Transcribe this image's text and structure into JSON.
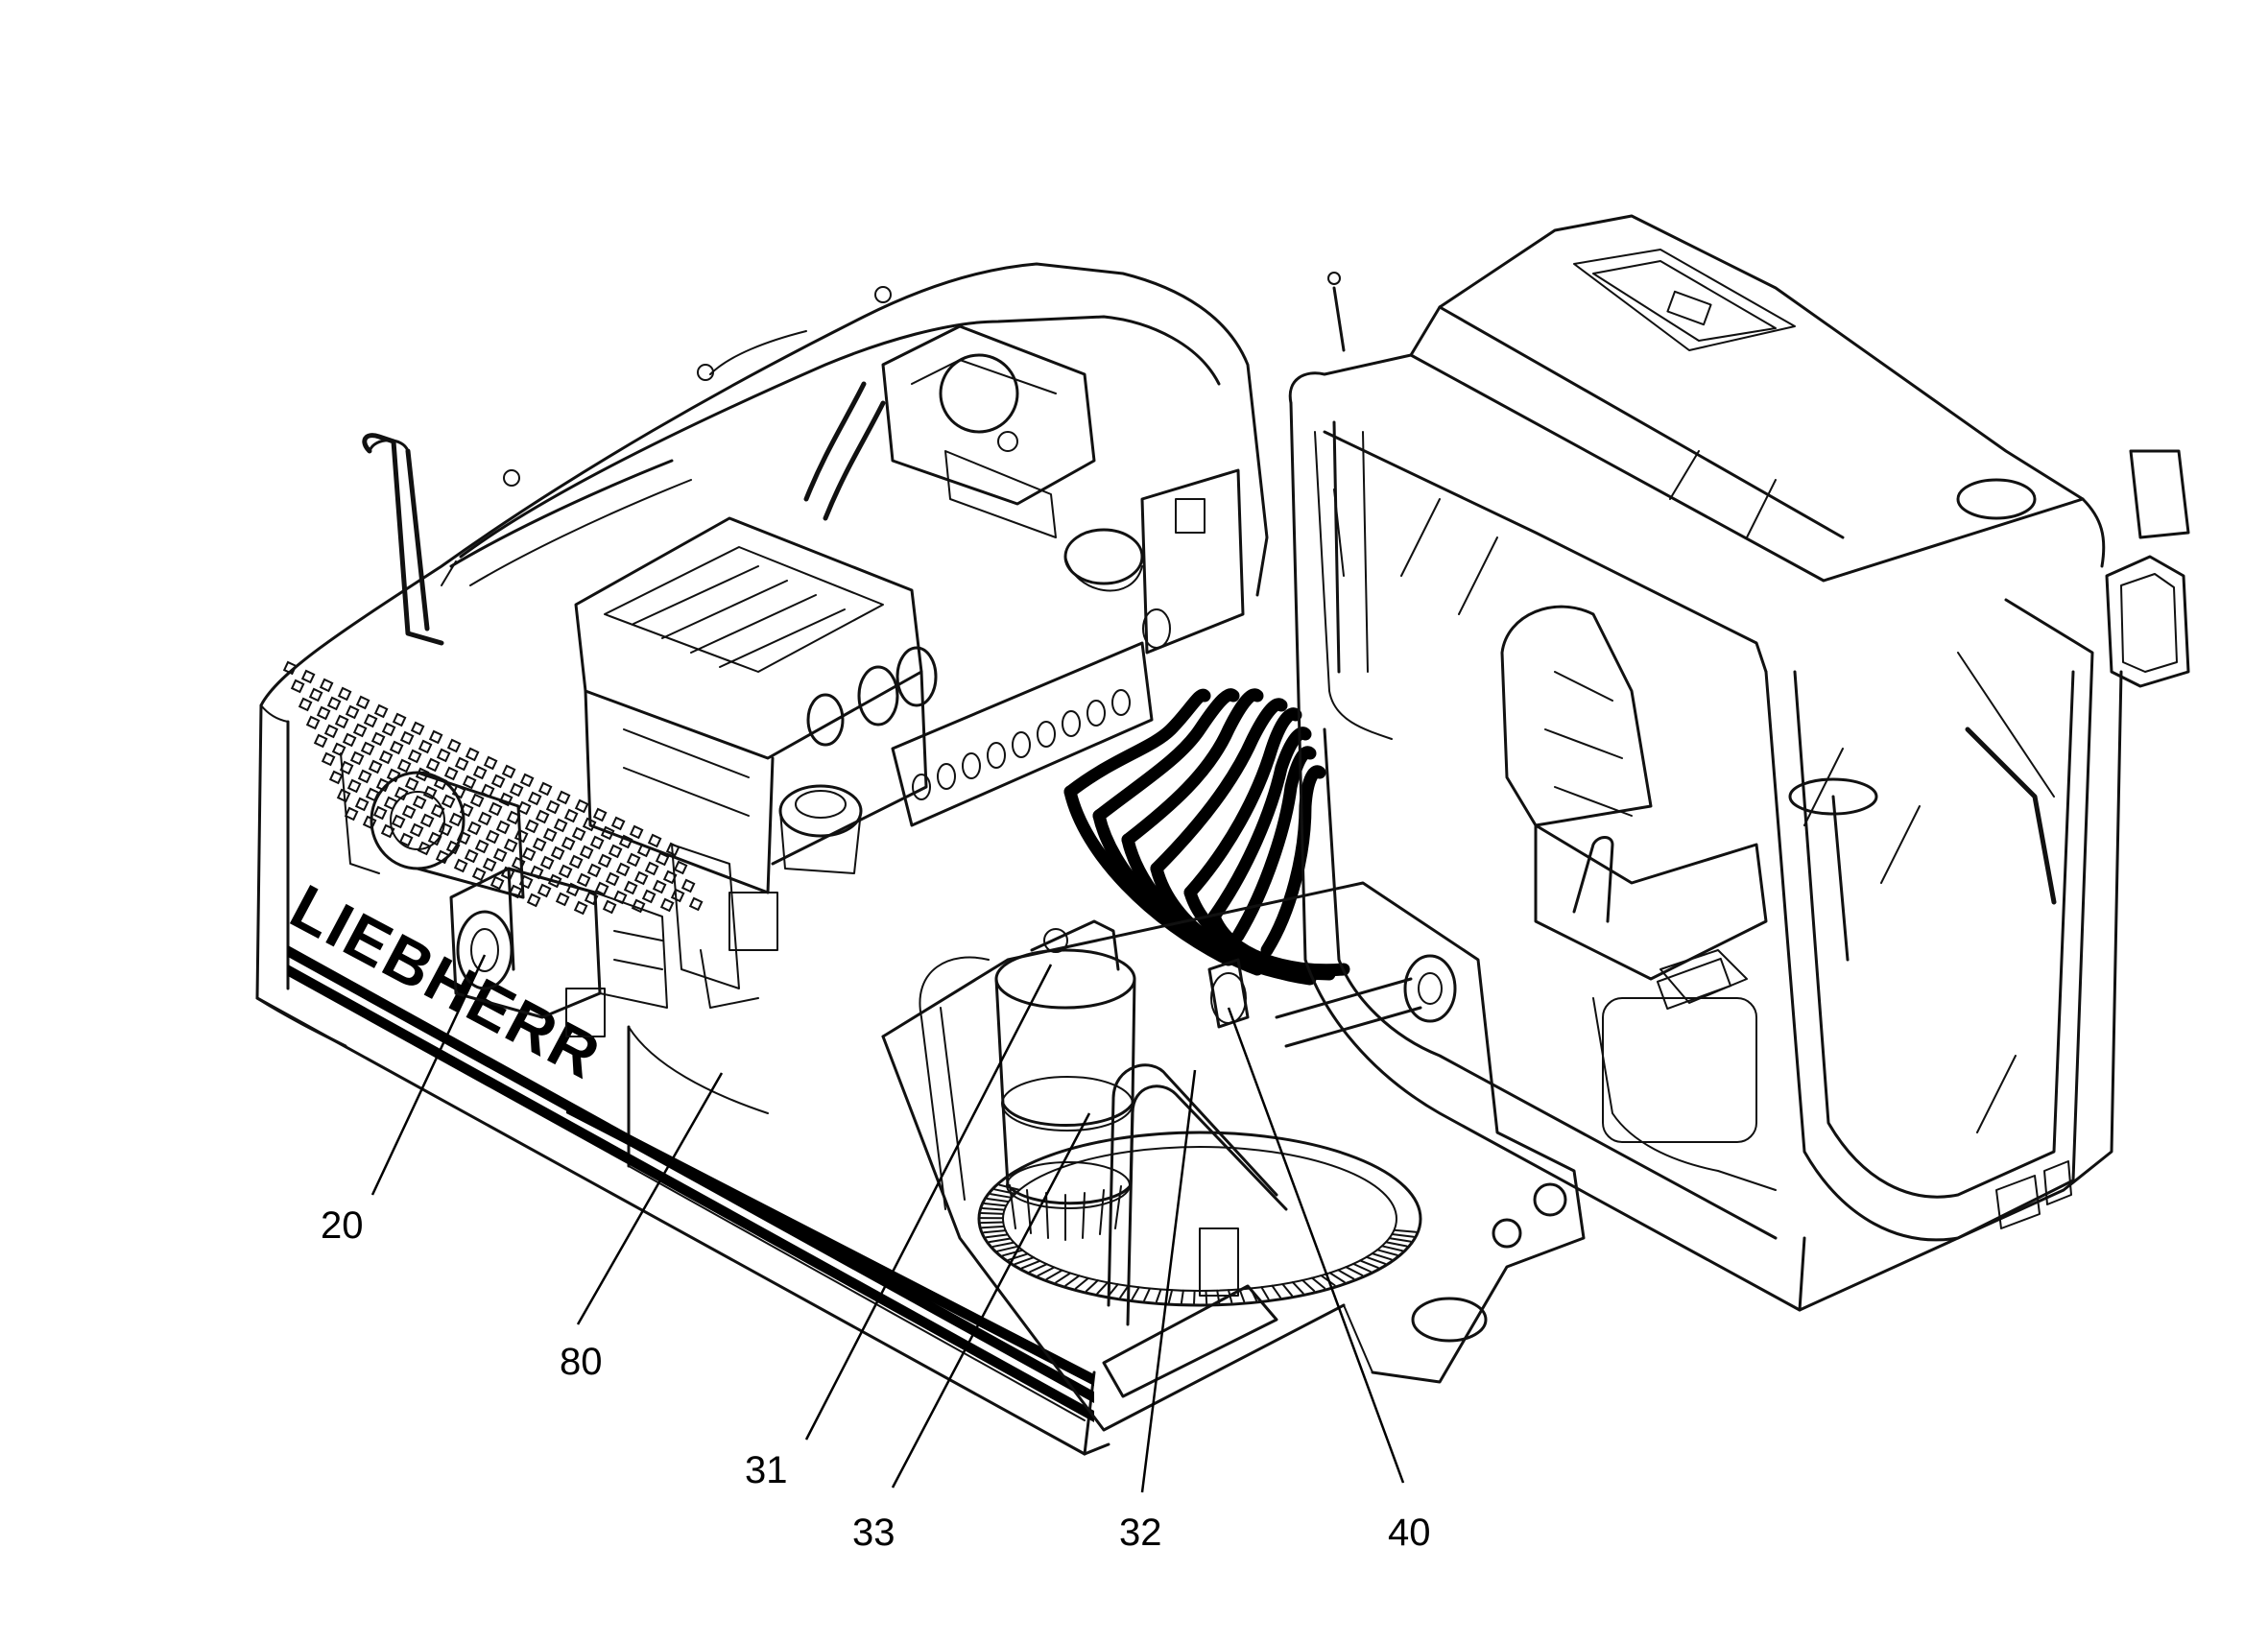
{
  "diagram": {
    "brand_text": "LIEBHERR",
    "callouts": [
      {
        "id": "c20",
        "label": "20"
      },
      {
        "id": "c80",
        "label": "80"
      },
      {
        "id": "c31",
        "label": "31"
      },
      {
        "id": "c33",
        "label": "33"
      },
      {
        "id": "c32",
        "label": "32"
      },
      {
        "id": "c40",
        "label": "40"
      }
    ]
  }
}
